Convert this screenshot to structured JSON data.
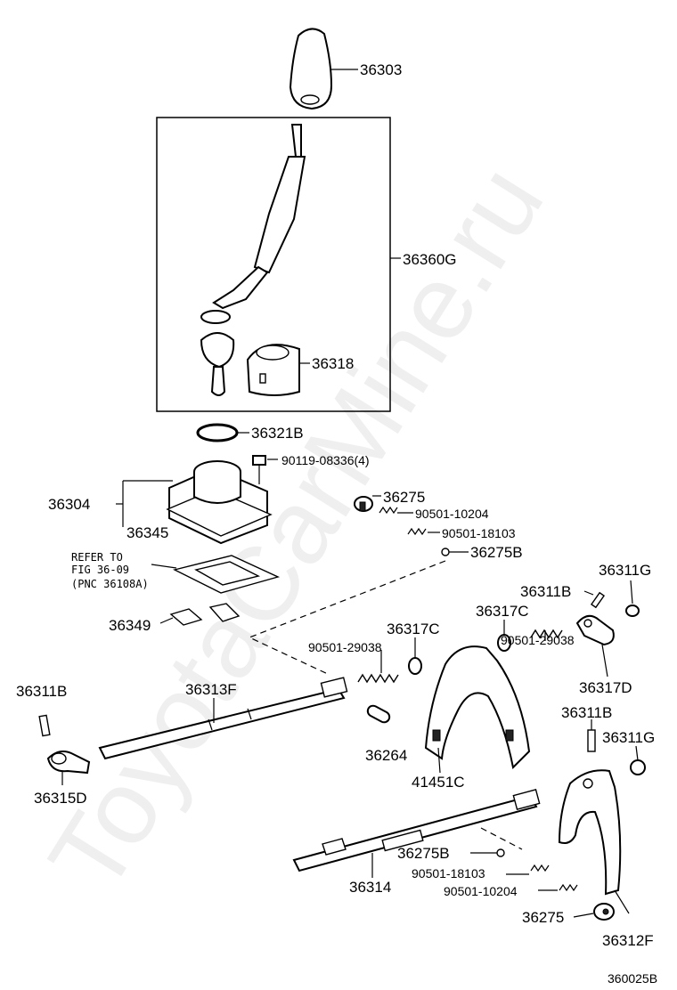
{
  "watermark": "ToyotaCarMine.ru",
  "figure_code": "360025B",
  "labels": {
    "p36303": "36303",
    "p36360G": "36360G",
    "p36318": "36318",
    "p36321B": "36321B",
    "p90119": "90119-08336(4)",
    "p36304": "36304",
    "p36345": "36345",
    "p36275_top": "36275",
    "p90501_10204_top": "90501-10204",
    "p90501_18103_top": "90501-18103",
    "p36275B_top": "36275B",
    "p36311G_top": "36311G",
    "p36311B_top": "36311B",
    "p36349": "36349",
    "p36317C_left": "36317C",
    "p36317C_right": "36317C",
    "p90501_29038_left": "90501-29038",
    "p90501_29038_right": "90501-29038",
    "p36317D": "36317D",
    "p36311B_left": "36311B",
    "p36313F": "36313F",
    "p36264": "36264",
    "p41451C": "41451C",
    "p36311B_right": "36311B",
    "p36311G_right": "36311G",
    "p36315D": "36315D",
    "p36275B_bottom": "36275B",
    "p90501_18103_bottom": "90501-18103",
    "p90501_10204_bottom": "90501-10204",
    "p36314": "36314",
    "p36275_bottom": "36275",
    "p36312F": "36312F"
  },
  "refer_note": {
    "line1": "REFER TO",
    "line2": "FIG 36-09",
    "line3": "(PNC 36108A)"
  }
}
